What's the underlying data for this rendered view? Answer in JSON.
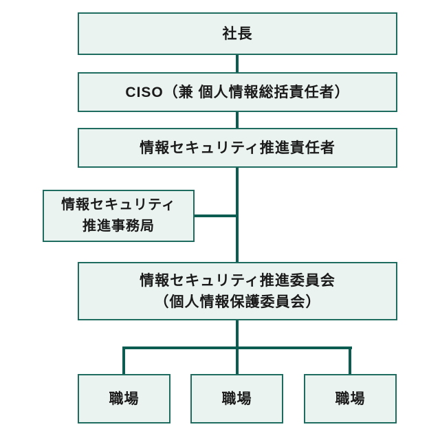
{
  "diagram": {
    "type": "org-chart",
    "colors": {
      "background": "#ffffff",
      "box_fill": "#ebf3f1",
      "box_border": "#1e6b60",
      "connector": "#0d5c51",
      "text": "#1a1a1a"
    },
    "nodes": {
      "president": {
        "label": "社長"
      },
      "ciso": {
        "label": "CISO（兼 個人情報総括責任者）"
      },
      "security_manager": {
        "label": "情報セキュリティ推進責任者"
      },
      "secretariat": {
        "line1": "情報セキュリティ",
        "line2": "推進事務局"
      },
      "committee": {
        "line1": "情報セキュリティ推進委員会",
        "line2": "（個人情報保護委員会）"
      },
      "workplaces": [
        {
          "label": "職場"
        },
        {
          "label": "職場"
        },
        {
          "label": "職場"
        }
      ]
    },
    "edges": [
      "president -> ciso",
      "ciso -> security_manager",
      "security_manager -> committee",
      "secretariat -> trunk",
      "committee -> workplaces[0]",
      "committee -> workplaces[1]",
      "committee -> workplaces[2]"
    ]
  }
}
